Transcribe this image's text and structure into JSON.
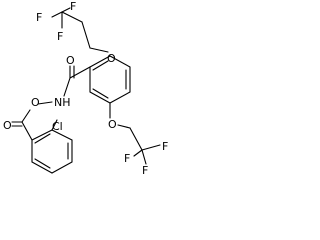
{
  "molecule": {
    "atom_labels": {
      "f_top_1": "F",
      "f_top_2": "F",
      "f_top_3": "F",
      "o_ether_top": "O",
      "o_carbonyl_amide": "O",
      "o_oxyamine": "O",
      "nh": "NH",
      "o_carbonyl_ester": "O",
      "cl": "Cl",
      "o_ether_bottom": "O",
      "f_bot_1": "F",
      "f_bot_2": "F",
      "f_bot_3": "F"
    }
  }
}
